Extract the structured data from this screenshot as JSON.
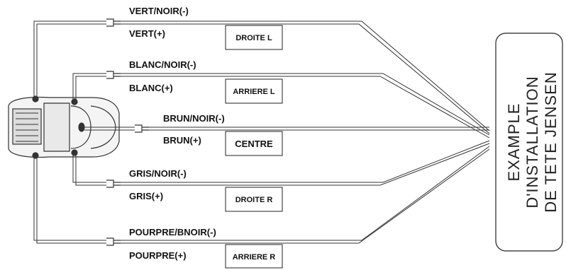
{
  "title_lines": [
    "EXAMPLE",
    "D'INSTALLATION",
    "DE TETE JENSEN"
  ],
  "channels": [
    {
      "neg_label": "VERT/NOIR(-)",
      "pos_label": "VERT(+)",
      "box_label": "DROITE L"
    },
    {
      "neg_label": "BLANC/NOIR(-)",
      "pos_label": "BLANC(+)",
      "box_label": "ARRIERE L"
    },
    {
      "neg_label": "BRUN/NOIR(-)",
      "pos_label": "BRUN(+)",
      "box_label": "CENTRE"
    },
    {
      "neg_label": "GRIS/NOIR(-)",
      "pos_label": "GRIS(+)",
      "box_label": "DROITE R"
    },
    {
      "neg_label": "POURPRE/BNOIR(-)",
      "pos_label": "POURPRE(+)",
      "box_label": "ARRIERE R"
    }
  ],
  "colors": {
    "line": "#333333",
    "box_stroke": "#222222"
  }
}
